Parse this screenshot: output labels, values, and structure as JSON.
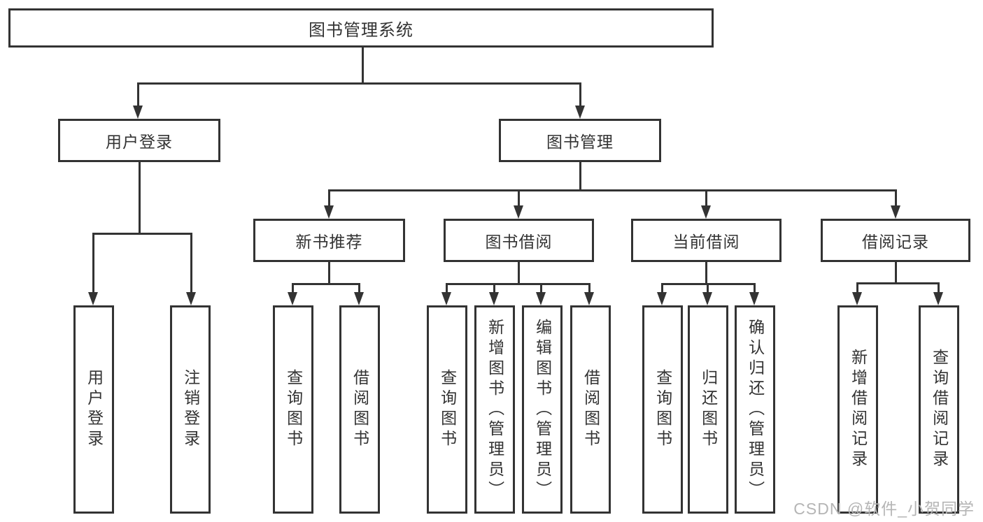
{
  "title": {
    "label": "图书管理系统"
  },
  "level2": {
    "user_login": "用户登录",
    "book_mgmt": "图书管理"
  },
  "level3": {
    "new_books": "新书推荐",
    "book_borrow": "图书借阅",
    "current_borrow": "当前借阅",
    "borrow_records": "借阅记录"
  },
  "leaves": {
    "ul_login": "用户登录",
    "ul_logout": "注销登录",
    "nb_query": "查询图书",
    "nb_borrow": "借阅图书",
    "bb_query": "查询图书",
    "bb_add": "新增图书（管理员）",
    "bb_edit": "编辑图书（管理员）",
    "bb_borrow": "借阅图书",
    "cb_query": "查询图书",
    "cb_return": "归还图书",
    "cb_confirm": "确认归还（管理员）",
    "br_add": "新增借阅记录",
    "br_query": "查询借阅记录"
  },
  "watermark": {
    "text": "CSDN @软件_小贺同学"
  },
  "colors": {
    "line": "#333333",
    "text": "#333333",
    "background": "#ffffff",
    "watermark": "#b5b5b5"
  }
}
